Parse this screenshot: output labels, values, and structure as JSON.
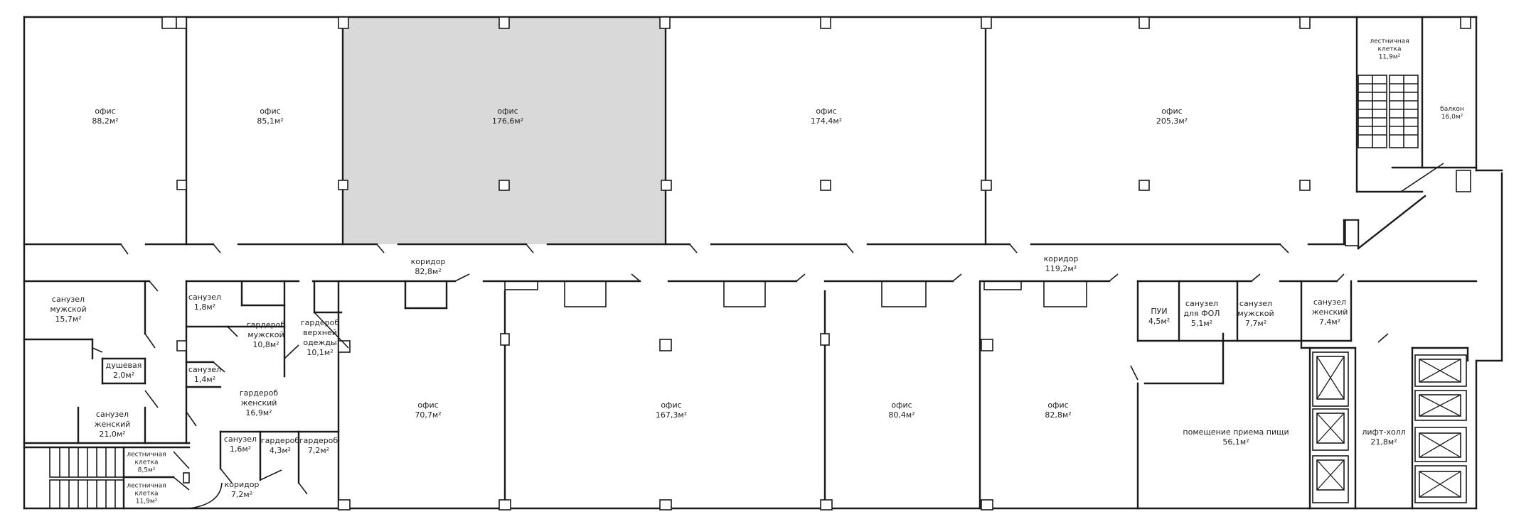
{
  "colors": {
    "selected_room": "#d9d9d9",
    "walls": "#1a1a1a",
    "background": "#ffffff"
  },
  "rooms": {
    "office_1": {
      "name": "офис",
      "area": "88,2м²"
    },
    "office_2": {
      "name": "офис",
      "area": "85,1м²"
    },
    "office_3": {
      "name": "офис",
      "area": "176,6м²",
      "selected": true
    },
    "office_4": {
      "name": "офис",
      "area": "174,4м²"
    },
    "office_5": {
      "name": "офис",
      "area": "205,3м²"
    },
    "stair_top": {
      "name": "лестничная\nклетка",
      "area": "11,9м²"
    },
    "balcony": {
      "name": "балкон",
      "area": "16,0м²"
    },
    "corridor_1": {
      "name": "коридор",
      "area": "82,8м²"
    },
    "corridor_2": {
      "name": "коридор",
      "area": "119,2м²"
    },
    "wc_men_left": {
      "name": "санузел\nмужской",
      "area": "15,7м²"
    },
    "shower": {
      "name": "душевая",
      "area": "2,0м²"
    },
    "wc_women_left": {
      "name": "санузел\nженский",
      "area": "21,0м²"
    },
    "stair_left_1": {
      "name": "лестничная\nклетка",
      "area": "8,5м²"
    },
    "stair_left_2": {
      "name": "лестничная\nклетка",
      "area": "11,9м²"
    },
    "wc_small_1": {
      "name": "санузел",
      "area": "1,8м²"
    },
    "wardrobe_men": {
      "name": "гардероб\nмужской",
      "area": "10,8м²"
    },
    "wardrobe_outer": {
      "name": "гардероб\nверхней\nодежды",
      "area": "10,1м²"
    },
    "wc_small_2": {
      "name": "санузел",
      "area": "1,4м²"
    },
    "wardrobe_women": {
      "name": "гардероб\nженский",
      "area": "16,9м²"
    },
    "wc_small_3": {
      "name": "санузел",
      "area": "1,6м²"
    },
    "wardrobe_small_1": {
      "name": "гардероб",
      "area": "4,3м²"
    },
    "wardrobe_small_2": {
      "name": "гардероб",
      "area": "7,2м²"
    },
    "corridor_small": {
      "name": "коридор",
      "area": "7,2м²"
    },
    "office_6": {
      "name": "офис",
      "area": "70,7м²"
    },
    "office_7": {
      "name": "офис",
      "area": "167,3м²"
    },
    "office_8": {
      "name": "офис",
      "area": "80,4м²"
    },
    "office_9": {
      "name": "офис",
      "area": "82,8м²"
    },
    "piu": {
      "name": "ПУИ",
      "area": "4,5м²"
    },
    "wc_disabled": {
      "name": "санузел\nдля ФОЛ",
      "area": "5,1м²"
    },
    "wc_men_right": {
      "name": "санузел\nмужской",
      "area": "7,7м²"
    },
    "wc_women_right": {
      "name": "санузел\nженский",
      "area": "7,4м²"
    },
    "dining": {
      "name": "помещение приема пищи",
      "area": "56,1м²"
    },
    "lift_hall": {
      "name": "лифт-холл",
      "area": "21,8м²"
    }
  }
}
